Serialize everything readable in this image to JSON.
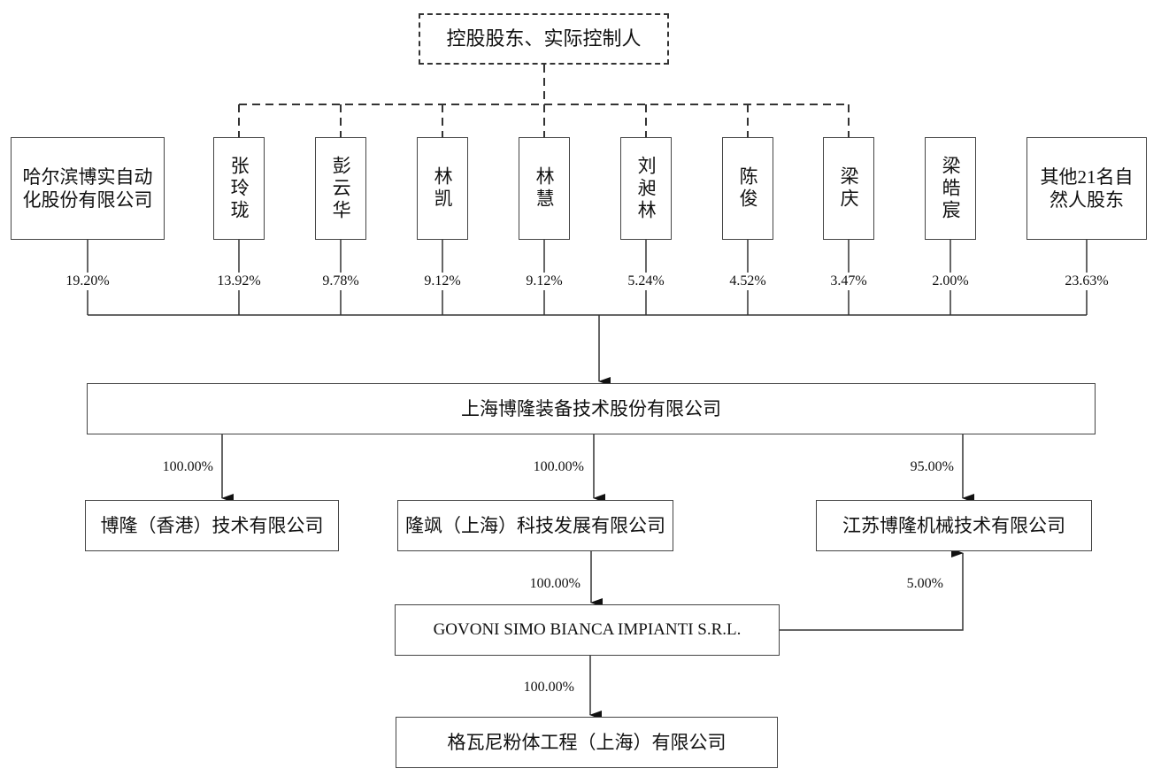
{
  "diagram": {
    "type": "ownership-structure",
    "controller": {
      "label": "控股股东、实际控制人"
    },
    "shareholders": [
      {
        "id": "harbin-boshi",
        "name": "哈尔滨博实自动化股份有限公司",
        "pct": "19.20%",
        "controlled_by_controller": false
      },
      {
        "id": "zhang-linglong",
        "name": "张玲珑",
        "pct": "13.92%",
        "controlled_by_controller": true
      },
      {
        "id": "peng-yunhua",
        "name": "彭云华",
        "pct": "9.78%",
        "controlled_by_controller": true
      },
      {
        "id": "lin-kai",
        "name": "林凯",
        "pct": "9.12%",
        "controlled_by_controller": true
      },
      {
        "id": "lin-hui",
        "name": "林慧",
        "pct": "9.12%",
        "controlled_by_controller": true
      },
      {
        "id": "liu-chanlin",
        "name": "刘昶林",
        "pct": "5.24%",
        "controlled_by_controller": true
      },
      {
        "id": "chen-jun",
        "name": "陈俊",
        "pct": "4.52%",
        "controlled_by_controller": true
      },
      {
        "id": "liang-qing",
        "name": "梁庆",
        "pct": "3.47%",
        "controlled_by_controller": true
      },
      {
        "id": "liang-haochen",
        "name": "梁皓宸",
        "pct": "2.00%",
        "controlled_by_controller": false
      },
      {
        "id": "other-21",
        "name": "其他21名自然人股东",
        "pct": "23.63%",
        "controlled_by_controller": false
      }
    ],
    "company": {
      "name": "上海博隆装备技术股份有限公司"
    },
    "subsidiaries": [
      {
        "id": "bolong-hk",
        "name": "博隆（香港）技术有限公司",
        "pct": "100.00%"
      },
      {
        "id": "longsa-sh",
        "name": "隆飒（上海）科技发展有限公司",
        "pct": "100.00%"
      },
      {
        "id": "jiangsu-bolong",
        "name": "江苏博隆机械技术有限公司",
        "pct": "95.00%"
      }
    ],
    "govoni": {
      "name": "GOVONI SIMO BIANCA IMPIANTI S.R.L.",
      "pct_from_longsa": "100.00%",
      "pct_to_jiangsu": "5.00%"
    },
    "gewani": {
      "name": "格瓦尼粉体工程（上海）有限公司",
      "pct": "100.00%"
    },
    "colors": {
      "line": "#333333",
      "box_border": "#444444",
      "text": "#111111",
      "background": "#ffffff"
    }
  }
}
